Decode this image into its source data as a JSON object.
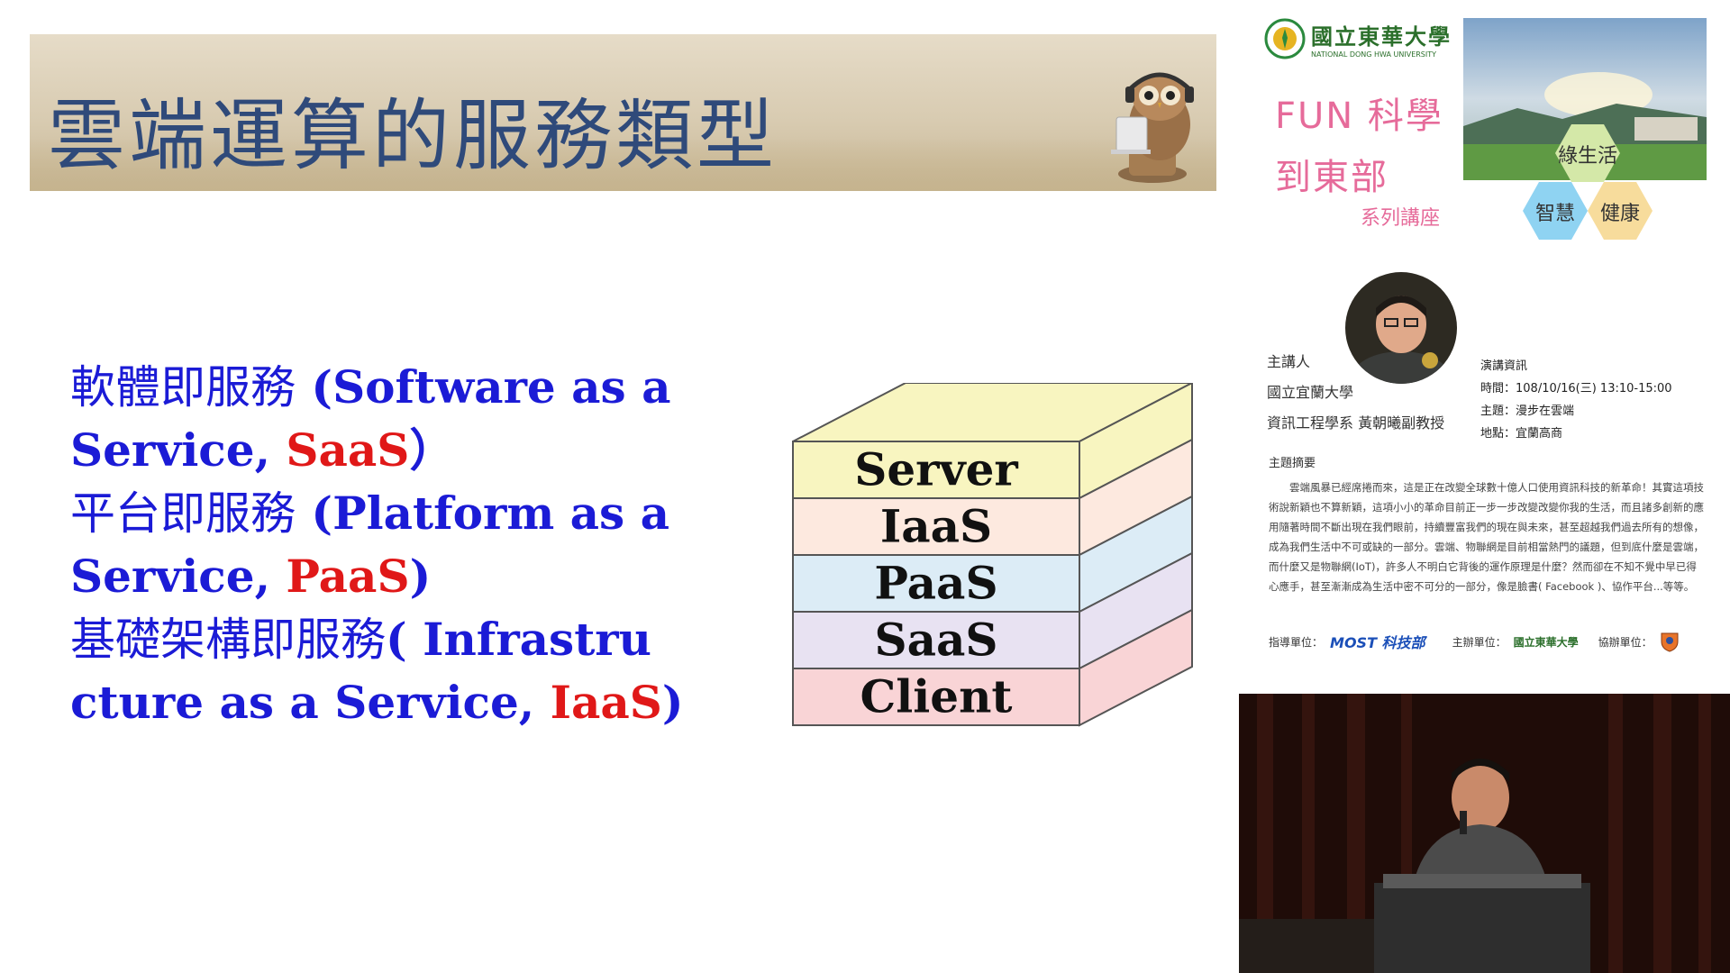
{
  "slide": {
    "title": "雲端運算的服務類型",
    "services": [
      {
        "zh": "軟體即服務",
        "en_1": " (Software as a",
        "en_2": "Service, ",
        "abbr": "SaaS",
        "tail": "）"
      },
      {
        "zh": "平台即服務",
        "en_1": " (Platform as a",
        "en_2": "Service, ",
        "abbr": "PaaS",
        "tail": ")"
      },
      {
        "zh": "基礎架構即服務",
        "en_1": "( Infrastru",
        "en_2": "cture  as a Service, ",
        "abbr": "IaaS",
        "tail": ")"
      }
    ],
    "stack_layers": [
      "Server",
      "IaaS",
      "PaaS",
      "SaaS",
      "Client"
    ],
    "stack_colors": [
      "#f8f5c0",
      "#fde9df",
      "#dcecf6",
      "#e8e2f2",
      "#f9d4d6"
    ]
  },
  "poster": {
    "university_zh": "國立東華大學",
    "university_en": "NATIONAL DONG HWA UNIVERSITY",
    "title_line1": "FUN 科學",
    "title_line2": "到東部",
    "series": "系列講座",
    "hexagons": [
      "綠生活",
      "智慧",
      "健康"
    ],
    "speaker_role": "主講人",
    "speaker_school": "國立宜蘭大學",
    "speaker_dept": "資訊工程學系  黃朝曦副教授",
    "talk_info_heading": "演講資訊",
    "talk_time": "時間：108/10/16(三) 13:10-15:00",
    "talk_topic": "主題：漫步在雲端",
    "talk_place": "地點：宜蘭高商",
    "abstract_heading": "主題摘要",
    "abstract": "雲端風暴已經席捲而來，這是正在改變全球數十億人口使用資訊科技的新革命！其實這項技術說新穎也不算新穎，這項小小的革命目前正一步一步改變改變你我的生活，而且諸多創新的應用隨著時間不斷出現在我們眼前，持續豐富我們的現在與未來，甚至超越我們過去所有的想像，成為我們生活中不可或缺的一部分。雲端、物聯網是目前相當熱門的議題，但到底什麼是雲端，而什麼又是物聯網(IoT)，許多人不明白它背後的運作原理是什麼？然而卻在不知不覺中早已得心應手，甚至漸漸成為生活中密不可分的一部分，像是臉書( Facebook )、協作平台...等等。",
    "sponsor_guide": "指導單位：",
    "sponsor_guide_logo": "MOST 科技部",
    "sponsor_host": "主辦單位：",
    "sponsor_host_logo": "國立東華大學",
    "sponsor_co": "協辦單位："
  },
  "colors": {
    "title_text": "#2f4a7a",
    "service_text": "#1b1bd6",
    "abbr_text": "#e01818",
    "poster_pink": "#e66b9a"
  }
}
